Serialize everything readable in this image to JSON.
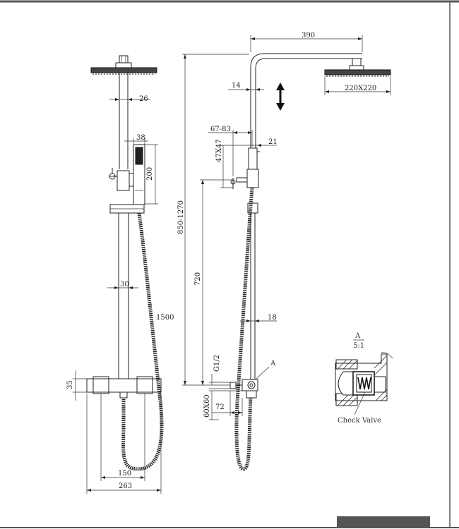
{
  "drawing": {
    "front_view": {
      "dims": {
        "pipe_width": "26",
        "hand_shower_width": "38",
        "hand_shower_length": "200",
        "bar_width": "30",
        "hose_length": "1500",
        "valve_height": "35",
        "inlet_spacing": "150",
        "total_width": "263"
      }
    },
    "side_view": {
      "dims": {
        "arm_reach": "390",
        "pipe_diameter": "14",
        "head_size": "220X220",
        "holder_range": "67-83",
        "holder_depth": "21",
        "holder_size": "47X47",
        "height_range": "850-1270",
        "holder_height": "720",
        "lower_pipe": "18",
        "thread": "G1/2",
        "escutcheon": "60X60",
        "valve_depth": "72",
        "detail_ref": "A"
      }
    },
    "detail": {
      "title": "A",
      "scale": "5:1",
      "callout": "Check Valve"
    }
  }
}
